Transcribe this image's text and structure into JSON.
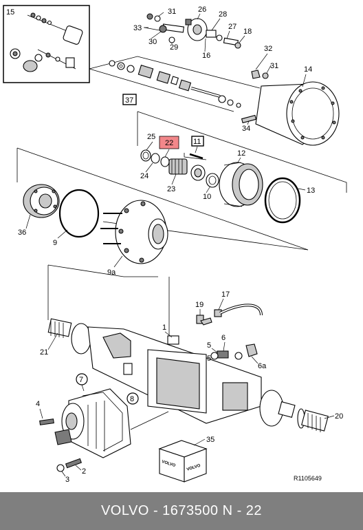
{
  "labels": {
    "l15": "15",
    "l31a": "31",
    "l26": "26",
    "l28": "28",
    "l33": "33",
    "l27": "27",
    "l18": "18",
    "l30": "30",
    "l29": "29",
    "l16": "16",
    "l32": "32",
    "l31b": "31",
    "l14": "14",
    "l37": "37",
    "l34": "34",
    "l25": "25",
    "l22": "22",
    "l11": "11",
    "l12": "12",
    "l24": "24",
    "l23": "23",
    "l10": "10",
    "l13": "13",
    "l36": "36",
    "l9": "9",
    "l9a": "9a",
    "l19": "19",
    "l17": "17",
    "l1": "1",
    "l21": "21",
    "l5": "5",
    "l6": "6",
    "l6a": "6a",
    "l7": "7",
    "l8": "8",
    "l4": "4",
    "l20": "20",
    "l35": "35",
    "l2": "2",
    "l3": "3"
  },
  "highlight_color": "#f2878a",
  "box_brand": "VOLVO",
  "reference_code": "R1105649",
  "footer": "VOLVO - 1673500      N - 22"
}
